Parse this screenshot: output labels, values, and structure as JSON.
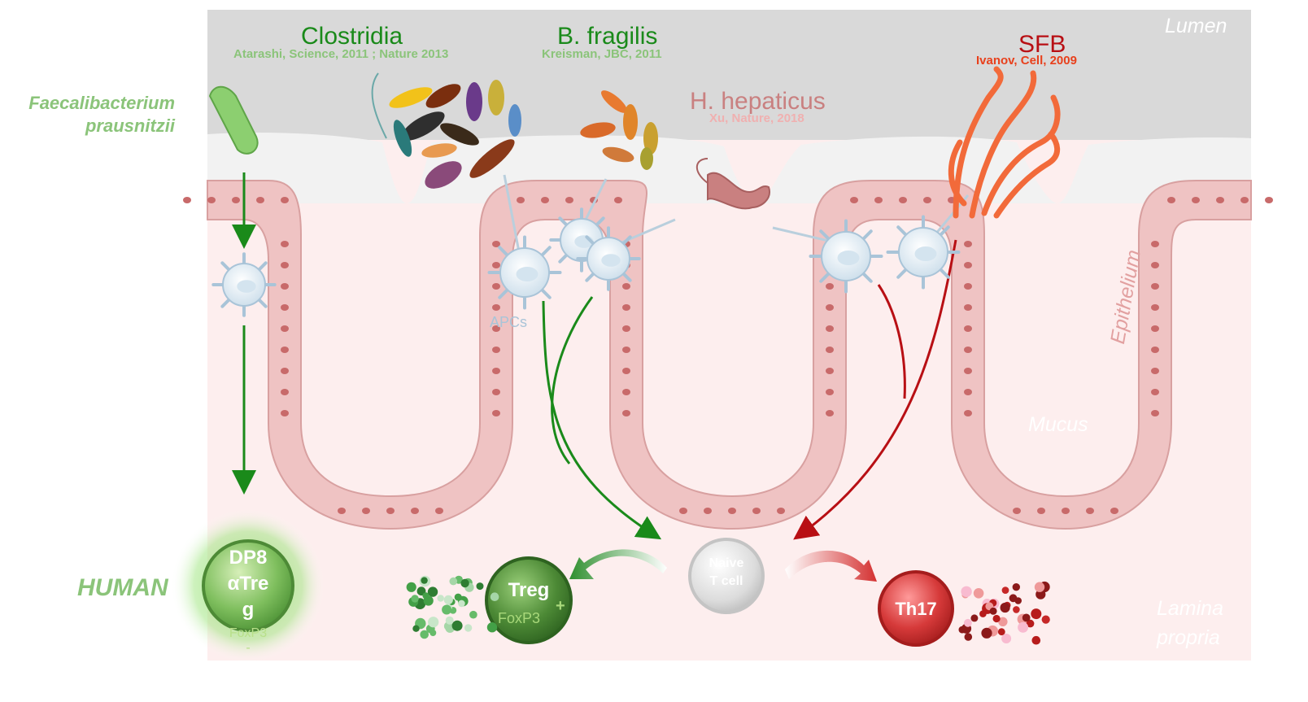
{
  "regions": {
    "lumen": "Lumen",
    "epithelium": "Epithelium",
    "mucus": "Mucus",
    "lamina_line1": "Lamina",
    "lamina_line2": "propria"
  },
  "bacteria": {
    "clostridia": {
      "name": "Clostridia",
      "ref": "Atarashi, Science, 2011 ; Nature 2013"
    },
    "bfragilis": {
      "name": "B. fragilis",
      "ref": "Kreisman, JBC, 2011"
    },
    "hhepaticus": {
      "name": "H. hepaticus",
      "ref": "Xu, Nature, 2018"
    },
    "sfb": {
      "name": "SFB",
      "ref": "Ivanov, Cell, 2009"
    },
    "faecali": {
      "line1": "Faecalibacterium",
      "line2": "prausnitzii"
    }
  },
  "cells": {
    "apcs": "APCs",
    "human": "HUMAN",
    "dp8": {
      "line1": "DP8",
      "line2": "αTre",
      "line3": "g",
      "marker1": "FoxP3",
      "marker2": "-"
    },
    "treg": {
      "name": "Treg",
      "marker": "FoxP3",
      "plus": "+"
    },
    "naive": {
      "line1": "Naive",
      "line2": "T cell"
    },
    "th17": "Th17"
  },
  "colors": {
    "green_dark": "#1a8a1a",
    "green_light": "#8bc47a",
    "red_dark": "#b80f14",
    "red_orange": "#e8401c",
    "pink_text": "#c98080",
    "apc_blue": "#a9c4d8"
  }
}
